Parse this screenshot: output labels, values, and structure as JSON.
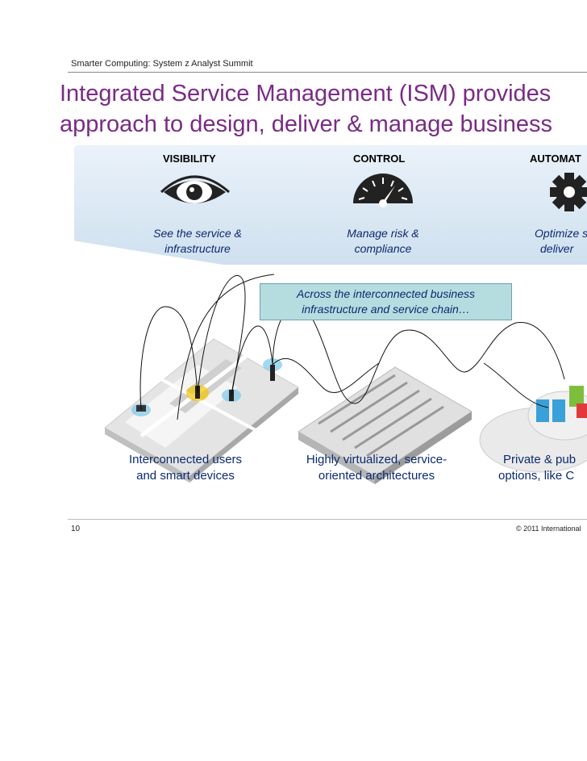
{
  "header": {
    "text": "Smarter Computing: System z Analyst Summit"
  },
  "title": {
    "line1": "Integrated Service Management (ISM) provides",
    "line2": "approach to design, deliver & manage business"
  },
  "pillars": [
    {
      "heading": "VISIBILITY",
      "desc1": "See the service &",
      "desc2": "infrastructure",
      "icon": "eye-icon"
    },
    {
      "heading": "CONTROL",
      "desc1": "Manage risk &",
      "desc2": "compliance",
      "icon": "gauge-icon"
    },
    {
      "heading": "AUTOMAT",
      "desc1": "Optimize se",
      "desc2": "deliver",
      "icon": "gear-icon"
    }
  ],
  "callout": {
    "line1": "Across the interconnected business",
    "line2": "infrastructure and service chain…"
  },
  "bottom": [
    {
      "line1": "Interconnected users",
      "line2": "and smart devices"
    },
    {
      "line1": "Highly virtualized, service-",
      "line2": "oriented architectures"
    },
    {
      "line1": "Private & pub",
      "line2": "options, like C"
    }
  ],
  "footer": {
    "page": "10",
    "copyright": "© 2011 International"
  },
  "colors": {
    "title": "#7a2a86",
    "text_blue": "#0b2a6e",
    "callout_bg": "#b5dde0"
  }
}
